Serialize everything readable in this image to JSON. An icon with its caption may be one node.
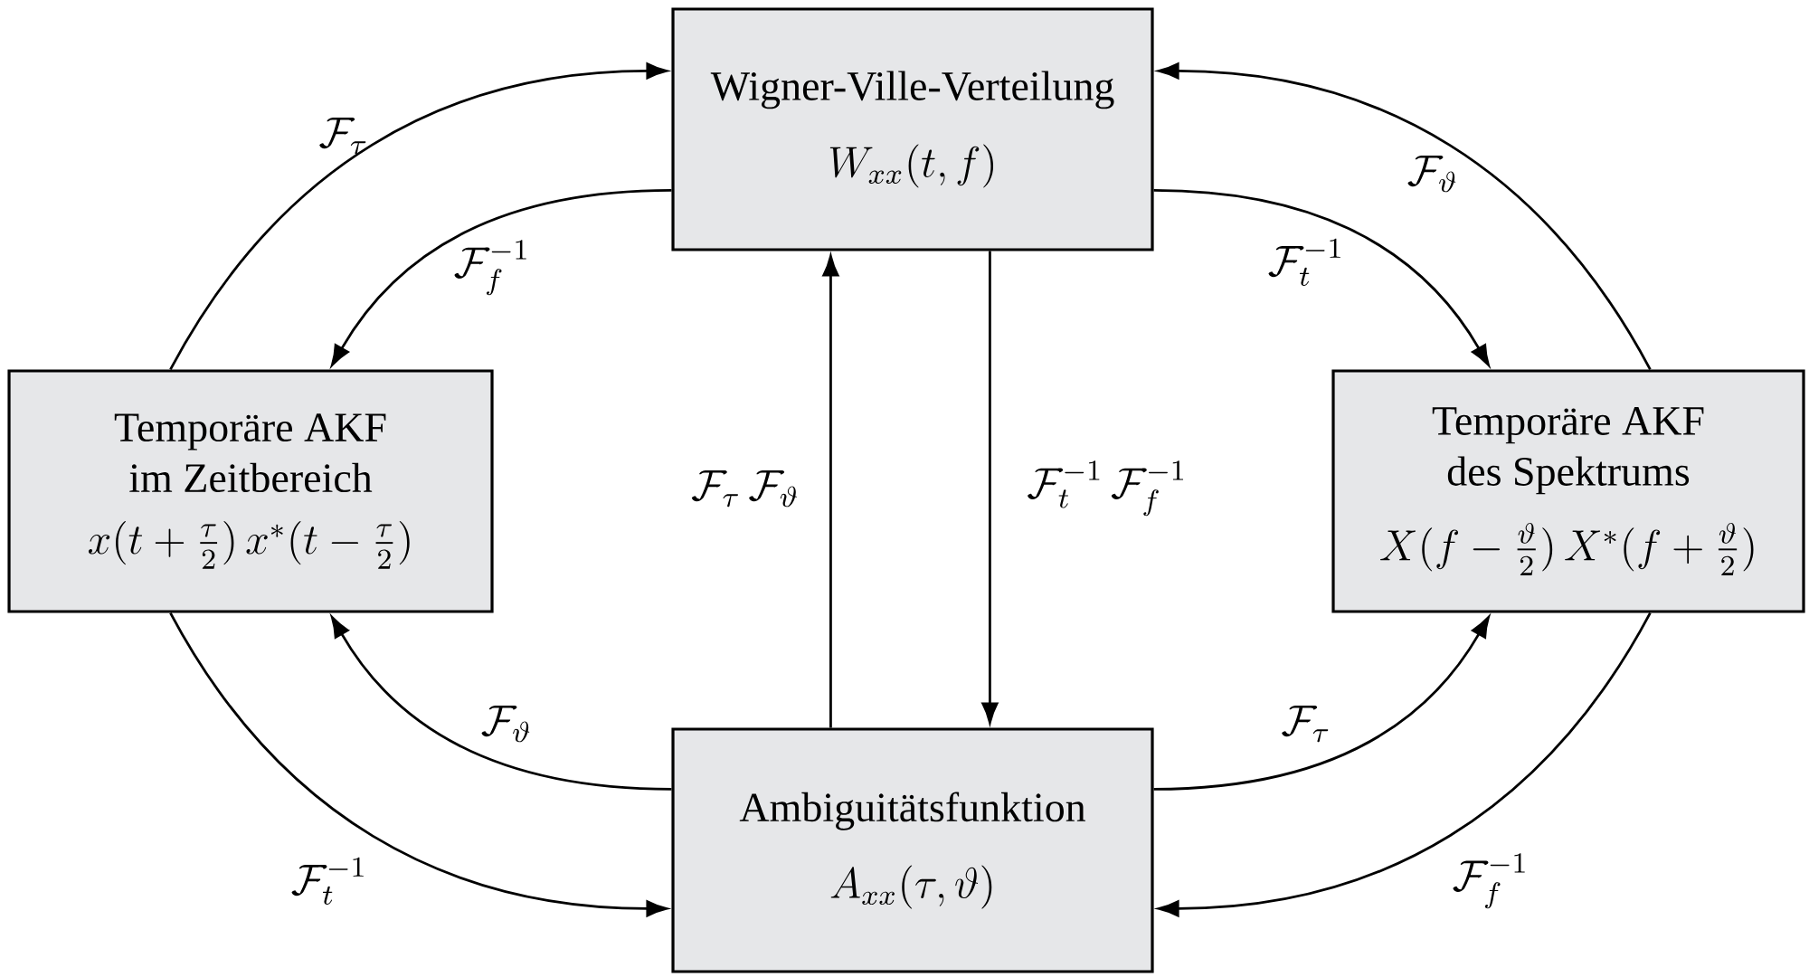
{
  "diagram": {
    "nodes": [
      {
        "text": [
          "Wigner-Ville-Verteilung",
          "W_{xx}(t, f)"
        ]
      },
      {
        "text": [
          "Temporäre AKF im Zeitbereich",
          "x(t+\\tfrac{\\tau}{2})\\,x^*(t-\\tfrac{\\tau}{2})"
        ]
      },
      {
        "text": [
          "Temporäre AKF des Spektrums",
          "X(f-\\tfrac{\\vartheta}{2})\\,X^*(f+\\tfrac{\\vartheta}{2})"
        ]
      },
      {
        "text": [
          "Ambiguitätsfunktion",
          "A_{xx}(\\tau, \\vartheta)"
        ]
      }
    ],
    "edges": [
      {
        "from": 1,
        "to": 0,
        "arrow": "to",
        "label": "\\mathcal{F}_\\tau"
      },
      {
        "from": 0,
        "to": 1,
        "arrow": "to",
        "label": "\\mathcal{F}_f^{-1}"
      },
      {
        "from": 0,
        "to": 2,
        "arrow": "to",
        "label": "\\mathcal{F}_t^{-1}"
      },
      {
        "from": 2,
        "to": 0,
        "arrow": "to",
        "label": "\\mathcal{F}_\\vartheta"
      },
      {
        "from": 3,
        "to": 0,
        "arrow": "to",
        "label": "\\mathcal{F}_\\tau\\,\\mathcal{F}_\\vartheta"
      },
      {
        "from": 0,
        "to": 3,
        "arrow": "to",
        "label": "\\mathcal{F}_t^{-1}\\,\\mathcal{F}_f^{-1}"
      },
      {
        "from": 3,
        "to": 1,
        "arrow": "to",
        "label": "\\mathcal{F}_\\vartheta"
      },
      {
        "from": 1,
        "to": 3,
        "arrow": "to",
        "label": "\\mathcal{F}_t^{-1}"
      },
      {
        "from": 3,
        "to": 2,
        "arrow": "to",
        "label": "\\mathcal{F}_\\tau"
      },
      {
        "from": 2,
        "to": 3,
        "arrow": "to",
        "label": "\\mathcal{F}_f^{-1}"
      }
    ]
  }
}
